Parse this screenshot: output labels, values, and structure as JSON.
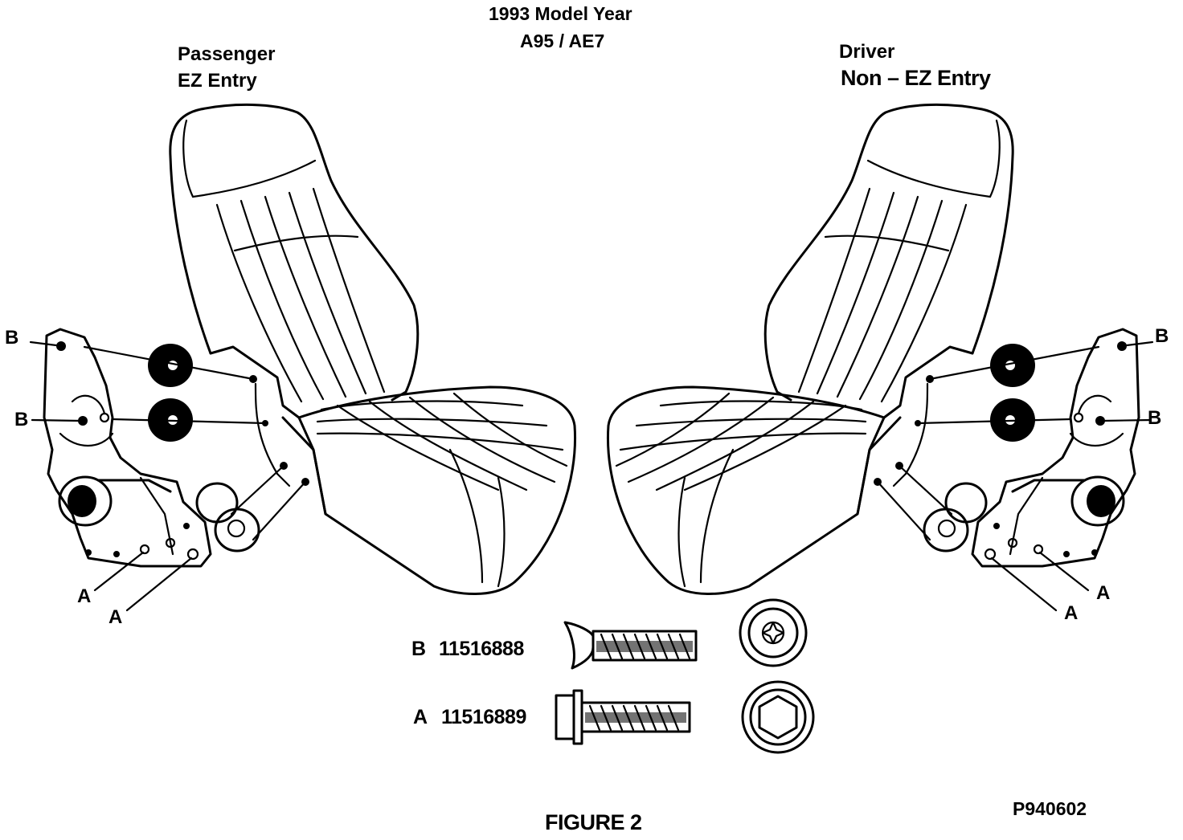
{
  "header": {
    "model_year": "1993 Model Year",
    "codes": "A95 / AE7"
  },
  "passenger": {
    "line1": "Passenger",
    "line2": "EZ Entry"
  },
  "driver": {
    "line1": "Driver",
    "line2": "Non – EZ Entry"
  },
  "callouts": {
    "a": "A",
    "b": "B"
  },
  "parts": {
    "b": {
      "letter": "B",
      "number": "11516888"
    },
    "a": {
      "letter": "A",
      "number": "11516889"
    }
  },
  "figure_label": "FIGURE 2",
  "figure_code": "P940602"
}
